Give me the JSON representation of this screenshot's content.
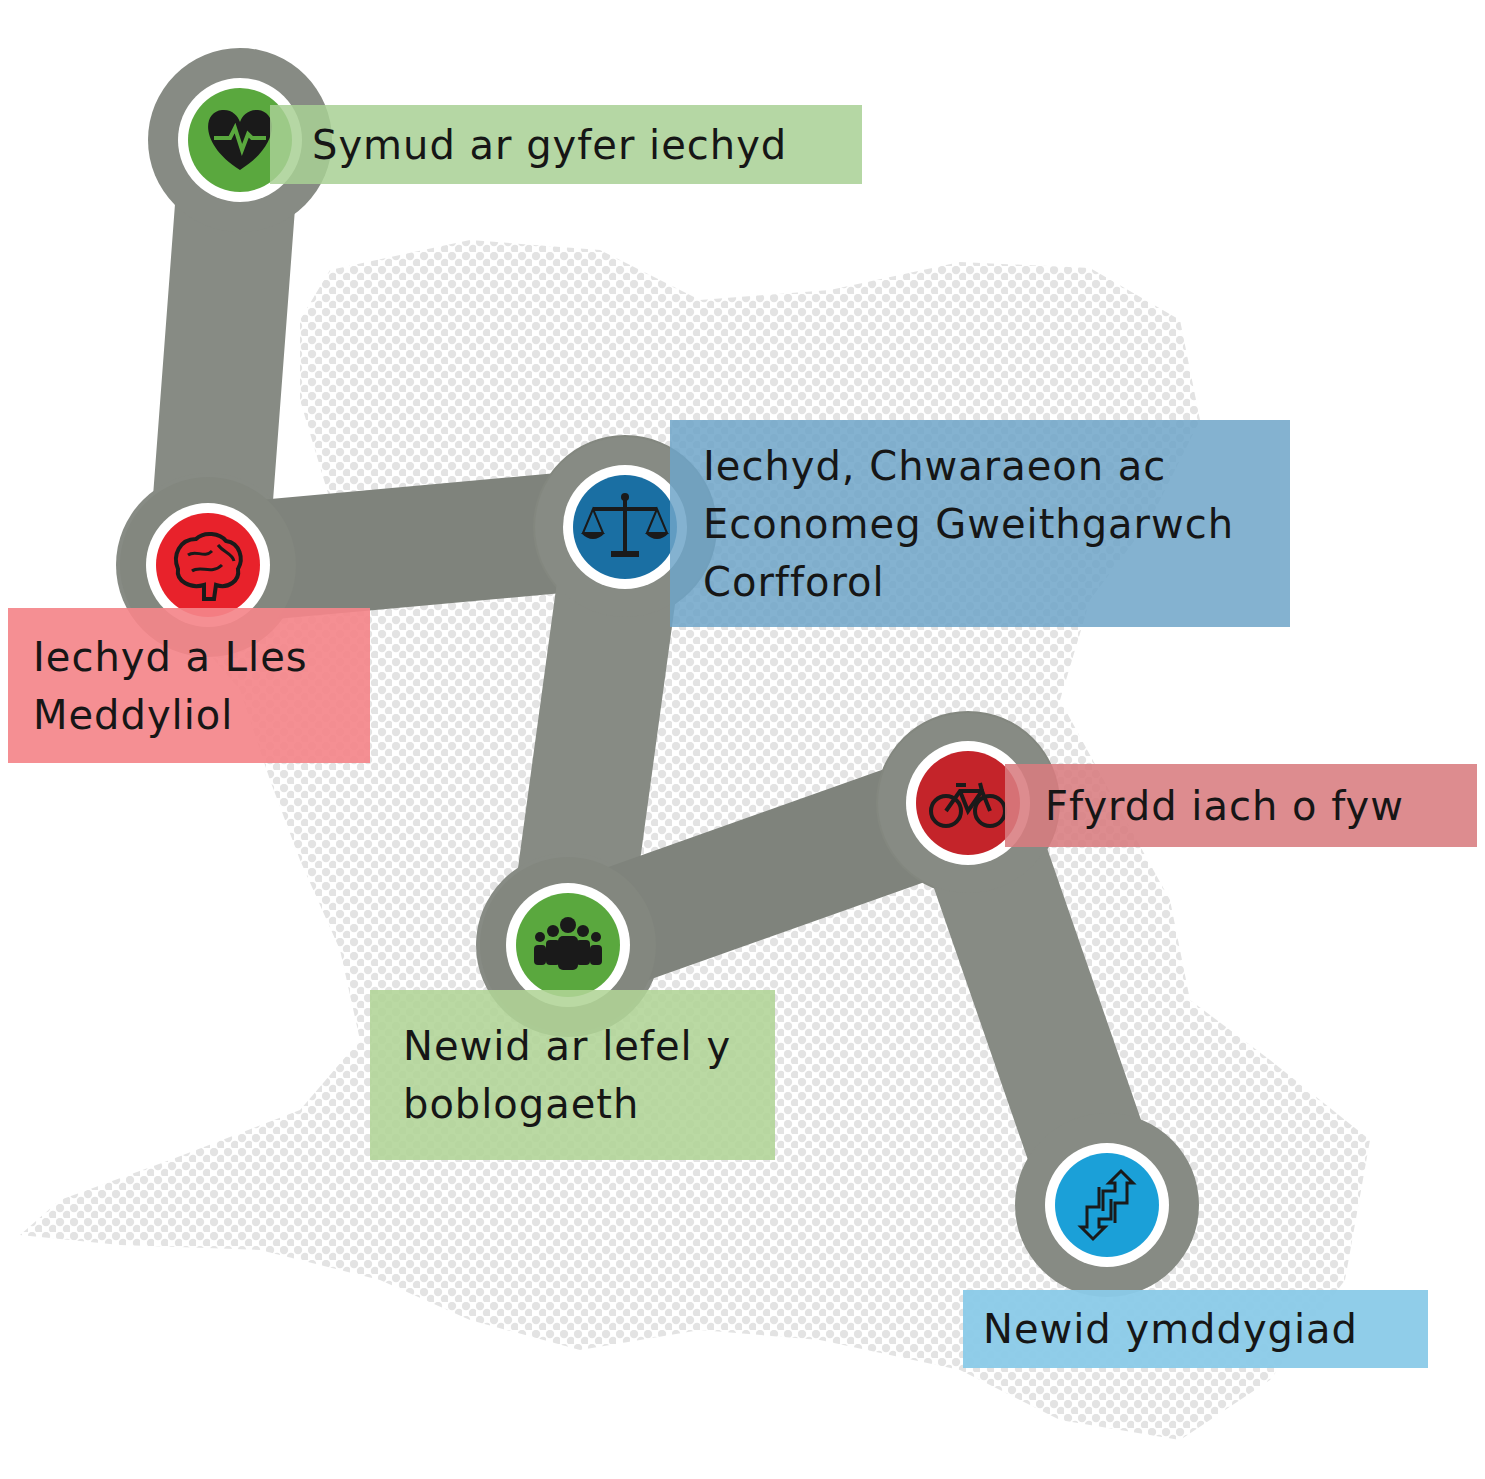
{
  "diagram": {
    "nodes": [
      {
        "text": [
          "Symud ar gyfer iechyd"
        ]
      },
      {
        "text": [
          "Iechyd a Lles Meddyliol"
        ]
      },
      {
        "text": [
          "Iechyd, Chwaraeon ac Economeg Gweithgarwch Corfforol"
        ]
      },
      {
        "text": [
          "Newid ar lefel y boblogaeth"
        ]
      },
      {
        "text": [
          "Ffyrdd iach o fyw"
        ]
      },
      {
        "text": [
          "Newid ymddygiad"
        ]
      }
    ]
  }
}
